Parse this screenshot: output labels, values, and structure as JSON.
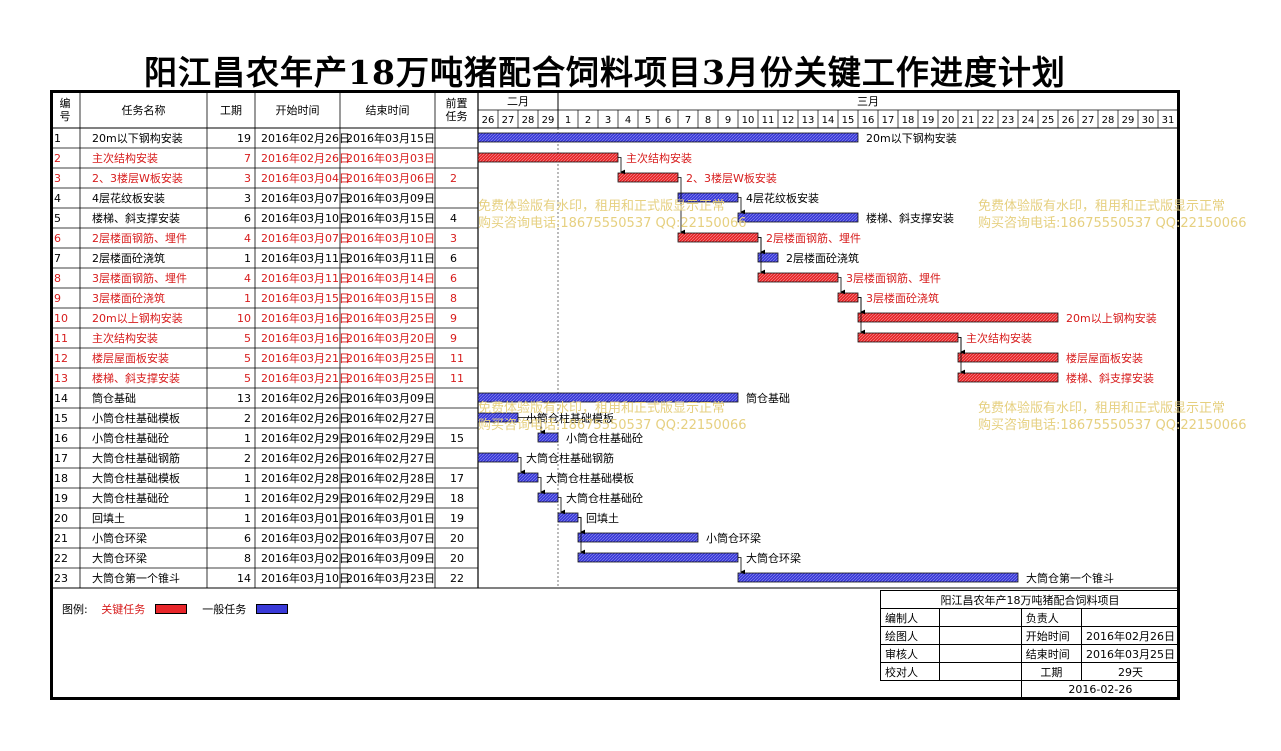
{
  "title": "阳江昌农年产18万吨猪配合饲料项目3月份关键工作进度计划",
  "headers": {
    "id": "编号",
    "name": "任务名称",
    "dur": "工期",
    "start": "开始时间",
    "end": "结束时间",
    "pred": "前置任务"
  },
  "months": [
    {
      "label": "二月",
      "days": [
        "26",
        "27",
        "28",
        "29"
      ]
    },
    {
      "label": "三月",
      "days": [
        "1",
        "2",
        "3",
        "4",
        "5",
        "6",
        "7",
        "8",
        "9",
        "10",
        "11",
        "12",
        "13",
        "14",
        "15",
        "16",
        "17",
        "18",
        "19",
        "20",
        "21",
        "22",
        "23",
        "24",
        "25",
        "26",
        "27",
        "28",
        "29",
        "30",
        "31"
      ]
    }
  ],
  "colors": {
    "critical": "#e8262a",
    "normal": "#3a3ad8",
    "critical_text": "#d71c1c"
  },
  "chart_data": {
    "type": "gantt",
    "x_start": "2016-02-26",
    "tasks": [
      {
        "id": "1",
        "name": "20m以下钢构安装",
        "dur": "19",
        "start": "2016年02月26日",
        "end": "2016年03月15日",
        "pred": "",
        "s": "2016-02-26",
        "e": "2016-03-15",
        "critical": false,
        "label": "20m以下钢构安装"
      },
      {
        "id": "2",
        "name": "主次结构安装",
        "dur": "7",
        "start": "2016年02月26日",
        "end": "2016年03月03日",
        "pred": "",
        "s": "2016-02-26",
        "e": "2016-03-03",
        "critical": true,
        "label": "主次结构安装"
      },
      {
        "id": "3",
        "name": "2、3楼层W板安装",
        "dur": "3",
        "start": "2016年03月04日",
        "end": "2016年03月06日",
        "pred": "2",
        "s": "2016-03-04",
        "e": "2016-03-06",
        "critical": true,
        "label": "2、3楼层W板安装"
      },
      {
        "id": "4",
        "name": "4层花纹板安装",
        "dur": "3",
        "start": "2016年03月07日",
        "end": "2016年03月09日",
        "pred": "",
        "s": "2016-03-07",
        "e": "2016-03-09",
        "critical": false,
        "label": "4层花纹板安装"
      },
      {
        "id": "5",
        "name": "楼梯、斜支撑安装",
        "dur": "6",
        "start": "2016年03月10日",
        "end": "2016年03月15日",
        "pred": "4",
        "s": "2016-03-10",
        "e": "2016-03-15",
        "critical": false,
        "label": "楼梯、斜支撑安装"
      },
      {
        "id": "6",
        "name": "2层楼面钢筋、埋件",
        "dur": "4",
        "start": "2016年03月07日",
        "end": "2016年03月10日",
        "pred": "3",
        "s": "2016-03-07",
        "e": "2016-03-10",
        "critical": true,
        "label": "2层楼面钢筋、埋件"
      },
      {
        "id": "7",
        "name": "2层楼面砼浇筑",
        "dur": "1",
        "start": "2016年03月11日",
        "end": "2016年03月11日",
        "pred": "6",
        "s": "2016-03-11",
        "e": "2016-03-11",
        "critical": false,
        "label": "2层楼面砼浇筑"
      },
      {
        "id": "8",
        "name": "3层楼面钢筋、埋件",
        "dur": "4",
        "start": "2016年03月11日",
        "end": "2016年03月14日",
        "pred": "6",
        "s": "2016-03-11",
        "e": "2016-03-14",
        "critical": true,
        "label": "3层楼面钢筋、埋件"
      },
      {
        "id": "9",
        "name": "3层楼面砼浇筑",
        "dur": "1",
        "start": "2016年03月15日",
        "end": "2016年03月15日",
        "pred": "8",
        "s": "2016-03-15",
        "e": "2016-03-15",
        "critical": true,
        "label": "3层楼面砼浇筑"
      },
      {
        "id": "10",
        "name": "20m以上钢构安装",
        "dur": "10",
        "start": "2016年03月16日",
        "end": "2016年03月25日",
        "pred": "9",
        "s": "2016-03-16",
        "e": "2016-03-25",
        "critical": true,
        "label": "20m以上钢构安装"
      },
      {
        "id": "11",
        "name": "主次结构安装",
        "dur": "5",
        "start": "2016年03月16日",
        "end": "2016年03月20日",
        "pred": "9",
        "s": "2016-03-16",
        "e": "2016-03-20",
        "critical": true,
        "label": "主次结构安装"
      },
      {
        "id": "12",
        "name": "楼层屋面板安装",
        "dur": "5",
        "start": "2016年03月21日",
        "end": "2016年03月25日",
        "pred": "11",
        "s": "2016-03-21",
        "e": "2016-03-25",
        "critical": true,
        "label": "楼层屋面板安装"
      },
      {
        "id": "13",
        "name": "楼梯、斜支撑安装",
        "dur": "5",
        "start": "2016年03月21日",
        "end": "2016年03月25日",
        "pred": "11",
        "s": "2016-03-21",
        "e": "2016-03-25",
        "critical": true,
        "label": "楼梯、斜支撑安装"
      },
      {
        "id": "14",
        "name": "筒仓基础",
        "dur": "13",
        "start": "2016年02月26日",
        "end": "2016年03月09日",
        "pred": "",
        "s": "2016-02-26",
        "e": "2016-03-09",
        "critical": false,
        "label": "筒仓基础"
      },
      {
        "id": "15",
        "name": "小筒仓柱基础模板",
        "dur": "2",
        "start": "2016年02月26日",
        "end": "2016年02月27日",
        "pred": "",
        "s": "2016-02-26",
        "e": "2016-02-27",
        "critical": false,
        "label": "小筒仓柱基础模板"
      },
      {
        "id": "16",
        "name": "小筒仓柱基础砼",
        "dur": "1",
        "start": "2016年02月29日",
        "end": "2016年02月29日",
        "pred": "15",
        "s": "2016-02-29",
        "e": "2016-02-29",
        "critical": false,
        "label": "小筒仓柱基础砼"
      },
      {
        "id": "17",
        "name": "大筒仓柱基础钢筋",
        "dur": "2",
        "start": "2016年02月26日",
        "end": "2016年02月27日",
        "pred": "",
        "s": "2016-02-26",
        "e": "2016-02-27",
        "critical": false,
        "label": "大筒仓柱基础钢筋"
      },
      {
        "id": "18",
        "name": "大筒仓柱基础模板",
        "dur": "1",
        "start": "2016年02月28日",
        "end": "2016年02月28日",
        "pred": "17",
        "s": "2016-02-28",
        "e": "2016-02-28",
        "critical": false,
        "label": "大筒仓柱基础模板"
      },
      {
        "id": "19",
        "name": "大筒仓柱基础砼",
        "dur": "1",
        "start": "2016年02月29日",
        "end": "2016年02月29日",
        "pred": "18",
        "s": "2016-02-29",
        "e": "2016-02-29",
        "critical": false,
        "label": "大筒仓柱基础砼"
      },
      {
        "id": "20",
        "name": "回填土",
        "dur": "1",
        "start": "2016年03月01日",
        "end": "2016年03月01日",
        "pred": "19",
        "s": "2016-03-01",
        "e": "2016-03-01",
        "critical": false,
        "label": "回填土"
      },
      {
        "id": "21",
        "name": "小筒仓环梁",
        "dur": "6",
        "start": "2016年03月02日",
        "end": "2016年03月07日",
        "pred": "20",
        "s": "2016-03-02",
        "e": "2016-03-07",
        "critical": false,
        "label": "小筒仓环梁"
      },
      {
        "id": "22",
        "name": "大筒仓环梁",
        "dur": "8",
        "start": "2016年03月02日",
        "end": "2016年03月09日",
        "pred": "20",
        "s": "2016-03-02",
        "e": "2016-03-09",
        "critical": false,
        "label": "大筒仓环梁"
      },
      {
        "id": "23",
        "name": "大筒仓第一个锥斗",
        "dur": "14",
        "start": "2016年03月10日",
        "end": "2016年03月23日",
        "pred": "22",
        "s": "2016-03-10",
        "e": "2016-03-23",
        "critical": false,
        "label": "大筒仓第一个锥斗"
      }
    ]
  },
  "watermark": {
    "line1": "免费体验版有水印，租用和正式版显示正常",
    "line2": "购买咨询电话:18675550537 QQ:22150066"
  },
  "legend": {
    "label": "图例:",
    "critical": "关键任务",
    "normal": "一般任务"
  },
  "info": {
    "project": "阳江昌农年产18万吨猪配合饲料项目",
    "compiled_by": "编制人",
    "owner": "负责人",
    "drawn_by": "绘图人",
    "start_label": "开始时间",
    "start_value": "2016年02月26日",
    "reviewed_by": "审核人",
    "end_label": "结束时间",
    "end_value": "2016年03月25日",
    "proof_by": "校对人",
    "dur_label": "工期",
    "dur_value": "29天",
    "date": "2016-02-26"
  }
}
